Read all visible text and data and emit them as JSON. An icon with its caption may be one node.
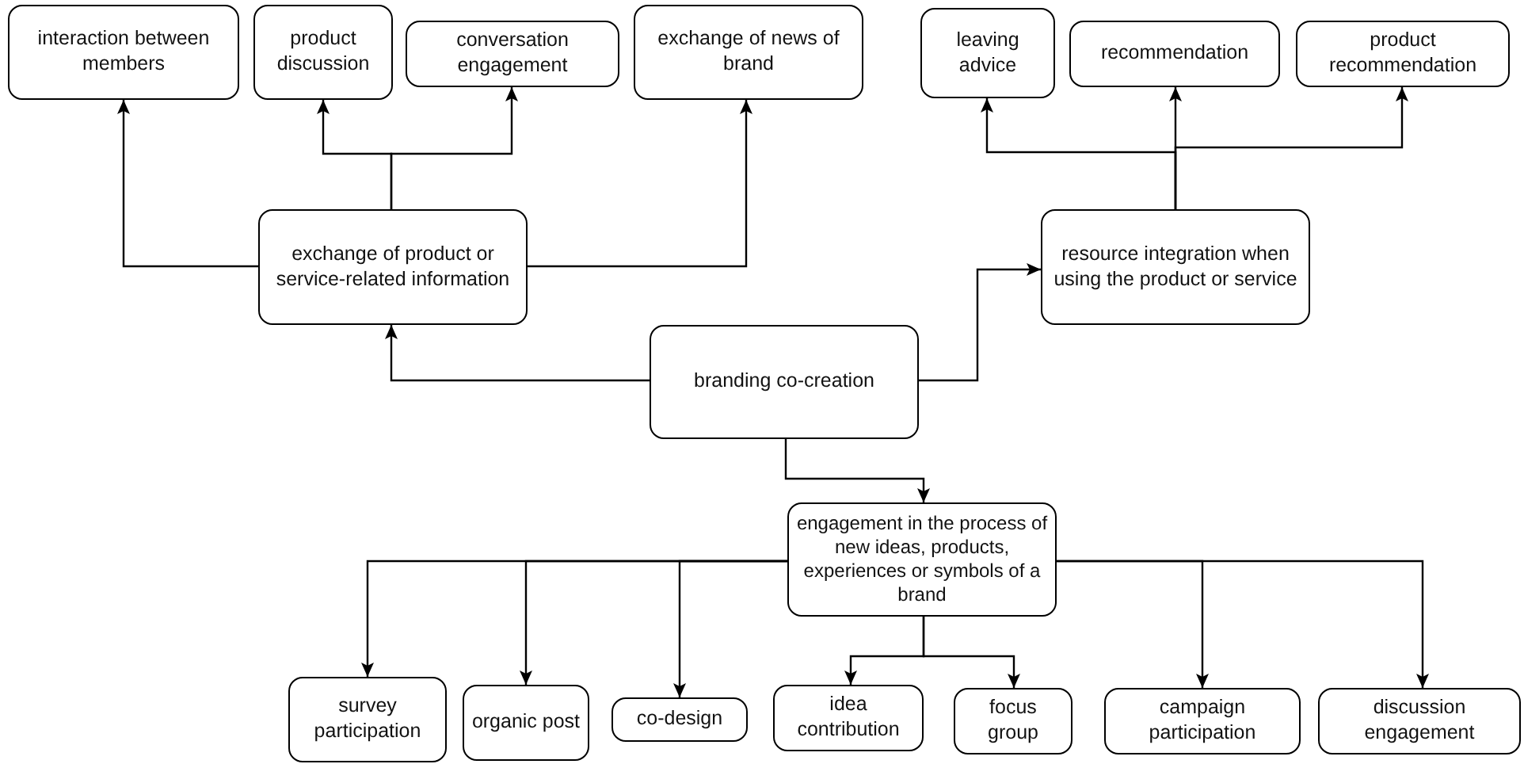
{
  "diagram": {
    "nodes": [
      {
        "text": [
          "interaction between members"
        ]
      },
      {
        "text": [
          "product discussion"
        ]
      },
      {
        "text": [
          "conversation engagement"
        ]
      },
      {
        "text": [
          "exchange of news of brand"
        ]
      },
      {
        "text": [
          "exchange of product or service-related information"
        ]
      },
      {
        "text": [
          "leaving advice"
        ]
      },
      {
        "text": [
          "recommendation"
        ]
      },
      {
        "text": [
          "product recommendation"
        ]
      },
      {
        "text": [
          "resource integration when using the product or service"
        ]
      },
      {
        "text": [
          "branding co-creation"
        ]
      },
      {
        "text": [
          "engagement in the process of new ideas, products, experiences or symbols of a brand"
        ]
      },
      {
        "text": [
          "survey participation"
        ]
      },
      {
        "text": [
          "organic post"
        ]
      },
      {
        "text": [
          "co-design"
        ]
      },
      {
        "text": [
          "idea contribution"
        ]
      },
      {
        "text": [
          "focus group"
        ]
      },
      {
        "text": [
          "campaign participation"
        ]
      },
      {
        "text": [
          "discussion engagement"
        ]
      }
    ],
    "edges": [
      {
        "from": 4,
        "to": 0,
        "arrow": "to"
      },
      {
        "from": 4,
        "to": 1,
        "arrow": "to"
      },
      {
        "from": 4,
        "to": 2,
        "arrow": "to"
      },
      {
        "from": 4,
        "to": 3,
        "arrow": "to"
      },
      {
        "from": 9,
        "to": 4,
        "arrow": "to"
      },
      {
        "from": 9,
        "to": 8,
        "arrow": "to"
      },
      {
        "from": 9,
        "to": 10,
        "arrow": "to"
      },
      {
        "from": 8,
        "to": 5,
        "arrow": "to"
      },
      {
        "from": 8,
        "to": 6,
        "arrow": "to"
      },
      {
        "from": 8,
        "to": 7,
        "arrow": "to"
      },
      {
        "from": 10,
        "to": 11,
        "arrow": "to"
      },
      {
        "from": 10,
        "to": 12,
        "arrow": "to"
      },
      {
        "from": 10,
        "to": 13,
        "arrow": "to"
      },
      {
        "from": 10,
        "to": 14,
        "arrow": "to"
      },
      {
        "from": 10,
        "to": 15,
        "arrow": "to"
      },
      {
        "from": 10,
        "to": 16,
        "arrow": "to"
      },
      {
        "from": 10,
        "to": 17,
        "arrow": "to"
      }
    ]
  }
}
